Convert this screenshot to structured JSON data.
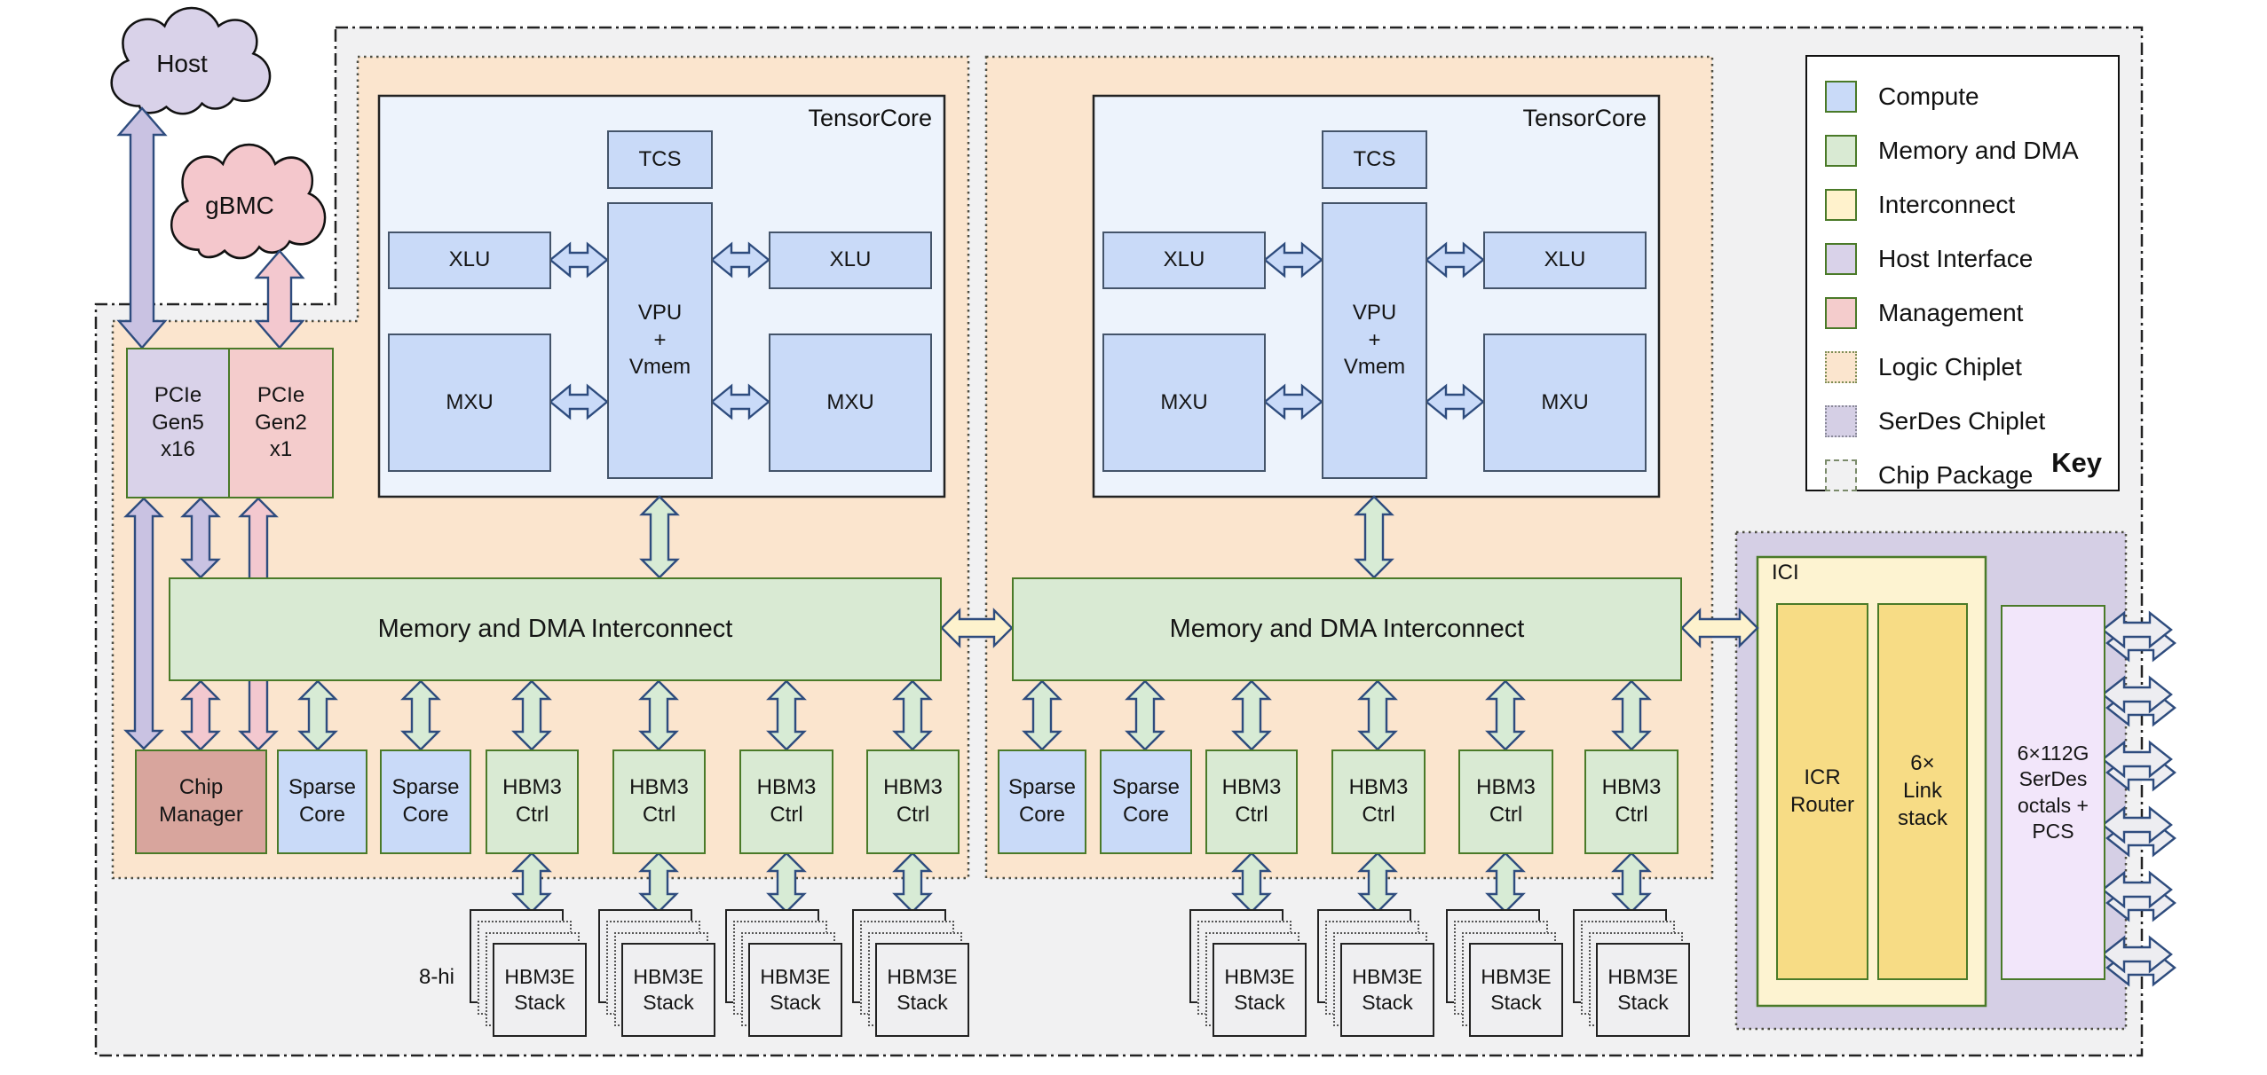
{
  "clouds": {
    "host": "Host",
    "gbmc": "gBMC"
  },
  "pcie": {
    "gen5": "PCIe\nGen5\nx16",
    "gen2": "PCIe\nGen2\nx1"
  },
  "tensorcore": {
    "title": "TensorCore",
    "tcs": "TCS",
    "vpu": "VPU\n+\nVmem",
    "xlu": "XLU",
    "mxu": "MXU"
  },
  "interconnect_label": "Memory and DMA Interconnect",
  "bottom_row_left": [
    "Chip\nManager",
    "Sparse\nCore",
    "Sparse\nCore",
    "HBM3\nCtrl",
    "HBM3\nCtrl",
    "HBM3\nCtrl",
    "HBM3\nCtrl"
  ],
  "bottom_row_right": [
    "Sparse\nCore",
    "Sparse\nCore",
    "HBM3\nCtrl",
    "HBM3\nCtrl",
    "HBM3\nCtrl",
    "HBM3\nCtrl"
  ],
  "hbm_stack_label": "HBM3E\nStack",
  "stack_height_label": "8-hi",
  "ici": {
    "title": "ICI",
    "icr": "ICR\nRouter",
    "link": "6×\nLink\nstack"
  },
  "serdes_label": "6×112G\nSerDes\noctals +\nPCS",
  "legend": {
    "title": "Key",
    "items": [
      {
        "label": "Compute",
        "color": "#c9daf8"
      },
      {
        "label": "Memory and DMA",
        "color": "#d9ead3"
      },
      {
        "label": "Interconnect",
        "color": "#fff2cc"
      },
      {
        "label": "Host Interface",
        "color": "#d9d2e9"
      },
      {
        "label": "Management",
        "color": "#f4cccc"
      },
      {
        "label": "Logic Chiplet",
        "color": "#fbe5ce"
      },
      {
        "label": "SerDes Chiplet",
        "color": "#d5cfe5"
      },
      {
        "label": "Chip Package",
        "color": "#f1f1f2"
      }
    ]
  },
  "colors": {
    "compute": "#c9daf8",
    "memory_dma": "#d9ead3",
    "interconnect": "#fff2cc",
    "host_interface": "#d9d2e9",
    "management": "#f4cccc",
    "logic_chiplet": "#fbe5ce",
    "serdes_chiplet": "#d5cfe5",
    "chip_package": "#f1f1f2",
    "chip_manager": "#d8a59d",
    "ici_inner": "#f7dc85",
    "serdes_block": "#f2e6fa",
    "box_outline": "#4a7a28",
    "arrow_outline": "#2e4c7e"
  }
}
